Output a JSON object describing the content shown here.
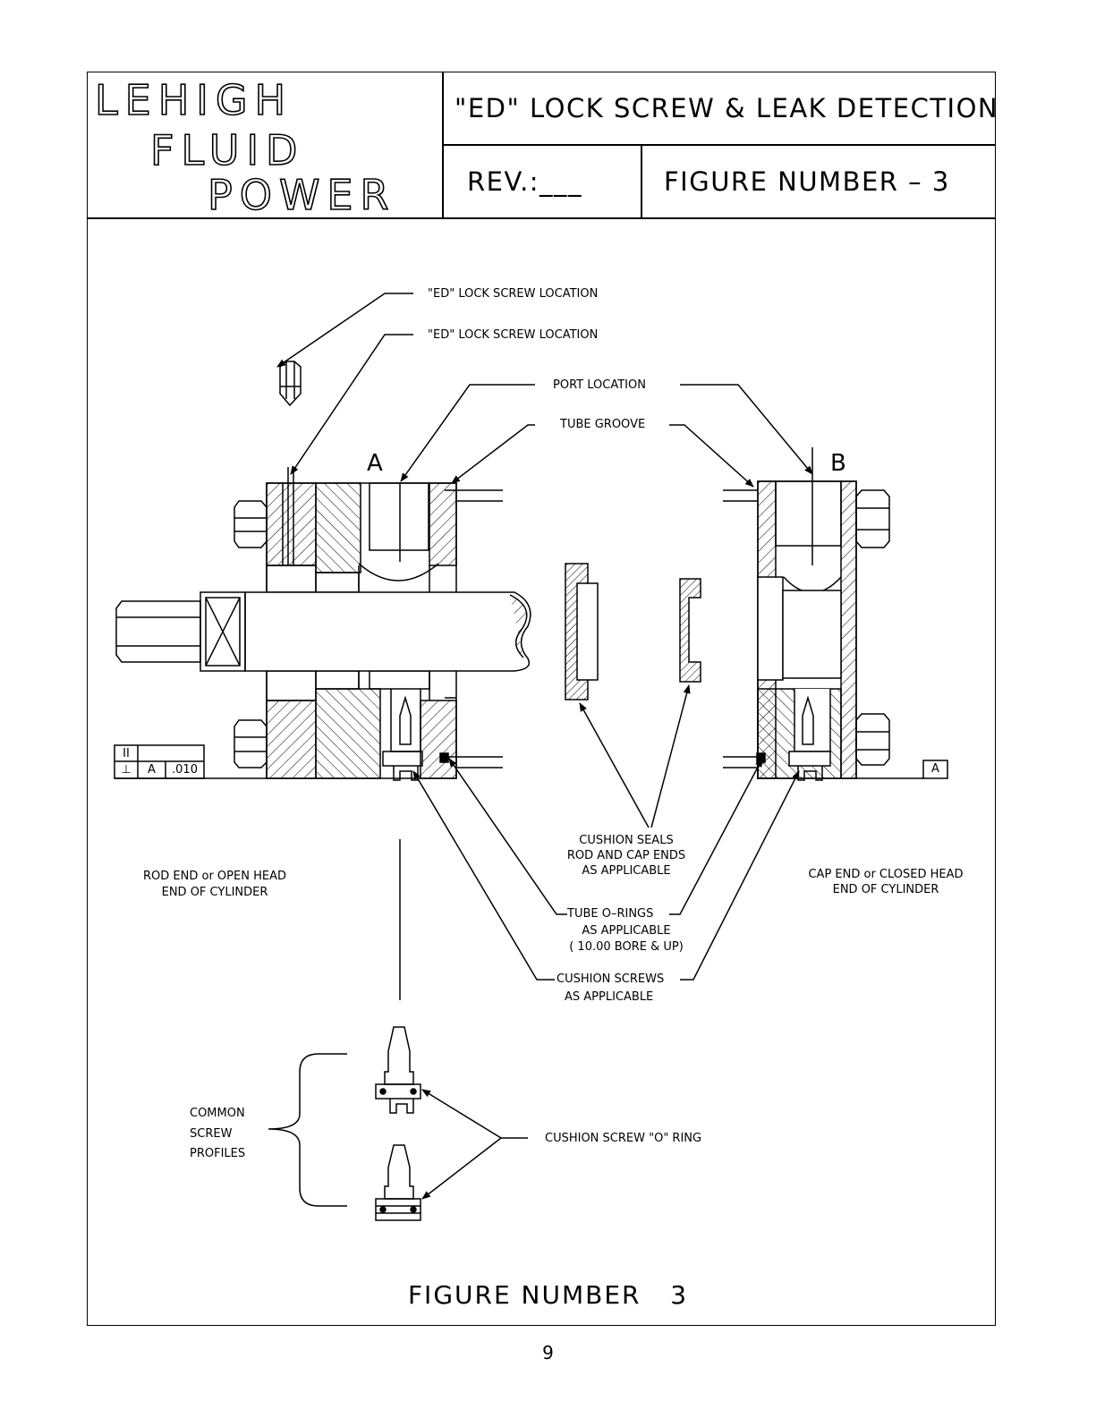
{
  "title_block": {
    "logo_line1": "LEHIGH",
    "logo_line2": "FLUID",
    "logo_line3": "POWER",
    "title": "\"ED\" LOCK SCREW & LEAK DETECTION",
    "rev": "REV.:___",
    "figure": "FIGURE NUMBER – 3"
  },
  "labels": {
    "ed_lock_1": "\"ED\" LOCK SCREW LOCATION",
    "ed_lock_2": "\"ED\" LOCK SCREW LOCATION",
    "port_location": "PORT LOCATION",
    "tube_groove": "TUBE GROOVE",
    "letter_a": "A",
    "letter_b": "B",
    "cushion_seals_1": "CUSHION SEALS",
    "cushion_seals_2": "ROD AND CAP ENDS",
    "cushion_seals_3": "AS APPLICABLE",
    "rod_end_1": "ROD END or OPEN HEAD",
    "rod_end_2": "END OF CYLINDER",
    "cap_end_1": "CAP END or CLOSED HEAD",
    "cap_end_2": "END OF CYLINDER",
    "tube_orings_1": "TUBE O–RINGS",
    "tube_orings_2": "AS APPLICABLE",
    "tube_orings_3": "( 10.00 BORE & UP)",
    "cushion_screws_1": "CUSHION SCREWS",
    "cushion_screws_2": "AS APPLICABLE",
    "common_1": "COMMON",
    "common_2": "SCREW",
    "common_3": "PROFILES",
    "oring": "CUSHION SCREW \"O\" RING",
    "tol_parallel": "II",
    "tol_perp": "⊥",
    "tol_datum": "A",
    "tol_value": ".010",
    "datum_a": "A"
  },
  "caption": "FIGURE NUMBER   3",
  "page_number": "9"
}
